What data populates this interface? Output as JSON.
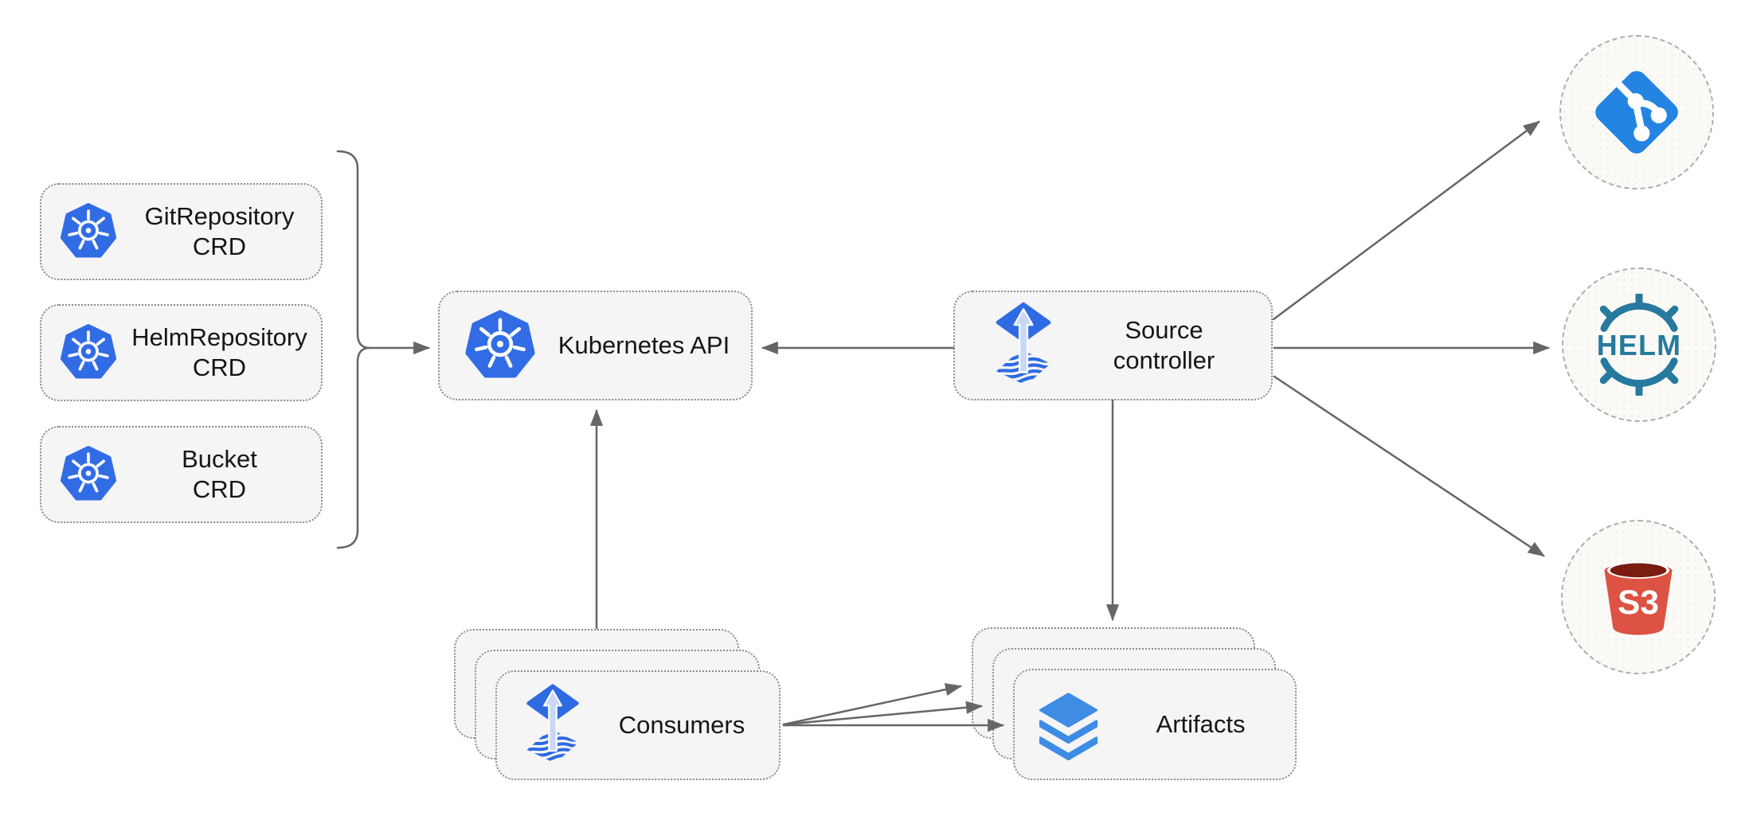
{
  "nodes": {
    "crds": [
      {
        "line1": "GitRepository",
        "line2": "CRD"
      },
      {
        "line1": "HelmRepository",
        "line2": "CRD"
      },
      {
        "line1": "Bucket",
        "line2": "CRD"
      }
    ],
    "kubernetes_api": {
      "label": "Kubernetes API"
    },
    "source_controller": {
      "line1": "Source",
      "line2": "controller"
    },
    "consumers": {
      "label": "Consumers"
    },
    "artifacts": {
      "label": "Artifacts"
    }
  },
  "endpoints": {
    "git": {
      "icon": "git-icon"
    },
    "helm": {
      "icon": "helm-icon",
      "text": "HELM"
    },
    "s3": {
      "icon": "s3-bucket-icon",
      "text": "S3"
    }
  },
  "edges": [
    {
      "from": "crd-group-brace",
      "to": "kubernetes-api"
    },
    {
      "from": "source-controller",
      "to": "kubernetes-api"
    },
    {
      "from": "consumers",
      "to": "kubernetes-api"
    },
    {
      "from": "source-controller",
      "to": "artifacts"
    },
    {
      "from": "source-controller",
      "to": "git-endpoint"
    },
    {
      "from": "source-controller",
      "to": "helm-endpoint"
    },
    {
      "from": "source-controller",
      "to": "s3-endpoint"
    },
    {
      "from": "consumers",
      "to": "artifacts",
      "note": "three fanned arrows"
    }
  ],
  "colors": {
    "kubernetes_blue": "#326ce5",
    "flux_blue": "#2e6be3",
    "flux_arrow_light": "#c9d8f6",
    "git_blue": "#2384e2",
    "helm_teal": "#27799e",
    "s3_red": "#dc5243",
    "s3_dark": "#7a1c10",
    "layers_blue": "#3f8ce4",
    "line_gray": "#666666",
    "node_fill": "#f5f5f5"
  }
}
